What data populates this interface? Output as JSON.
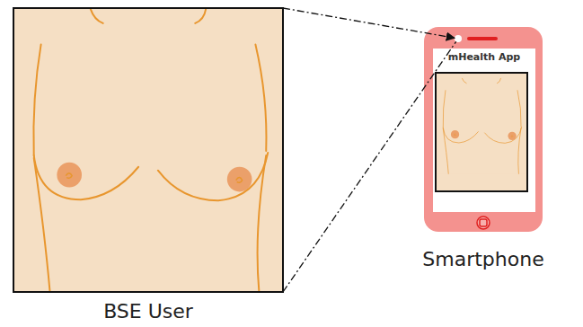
{
  "diagram": {
    "nodes": [
      {
        "text": [
          "BSE User"
        ]
      },
      {
        "text": [
          "Smartphone"
        ]
      },
      {
        "text": [
          "mHealth App"
        ],
        "in": 1
      }
    ],
    "edges": [
      {
        "from": 0,
        "to": 1,
        "arrow": "to"
      },
      {
        "from": 0,
        "to": 1,
        "arrow": "none"
      }
    ]
  }
}
